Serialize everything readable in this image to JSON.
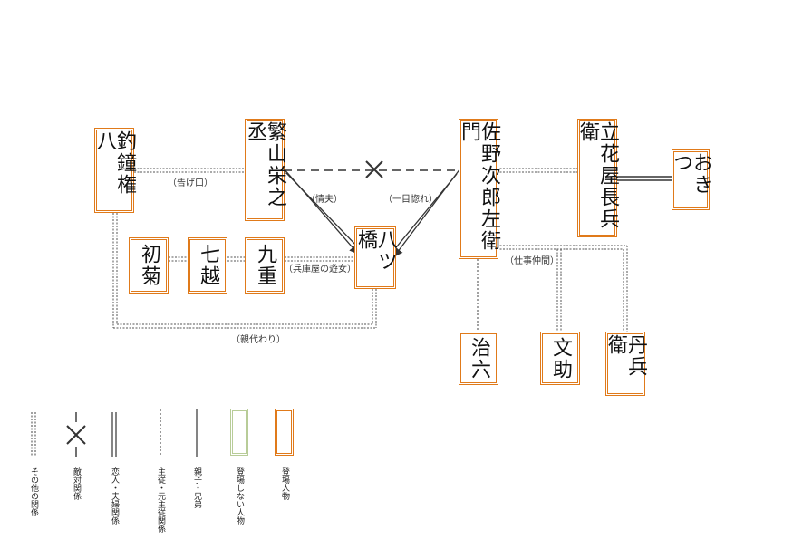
{
  "persons": {
    "p1": "釣鐘権八",
    "p2": "繁山栄之丞",
    "p3": "佐野次郎左衛門",
    "p4": "立花屋長兵衛",
    "p5": "おきつ",
    "p6": "初菊",
    "p7": "七越",
    "p8": "九重",
    "p9": "八ツ橋",
    "p10": "治六",
    "p11": "文助",
    "p12": "丹兵衛"
  },
  "relations": {
    "r1": "（告げ口）",
    "r2": "（情夫）",
    "r3": "（一目惚れ）",
    "r4": "（兵庫屋の遊女）",
    "r5": "（仕事仲間）",
    "r6": "（親代わり）"
  },
  "legend": {
    "other": "その他の関係",
    "enemy": "敵対関係",
    "lovers": "恋人・夫婦関係",
    "master": "主従・元主従関係",
    "family": "親子・兄弟",
    "absent": "登場しない人物",
    "present": "登場人物"
  },
  "colors": {
    "present_border": "#e07a1a",
    "absent_border": "#b8cc98",
    "line": "#333333"
  }
}
